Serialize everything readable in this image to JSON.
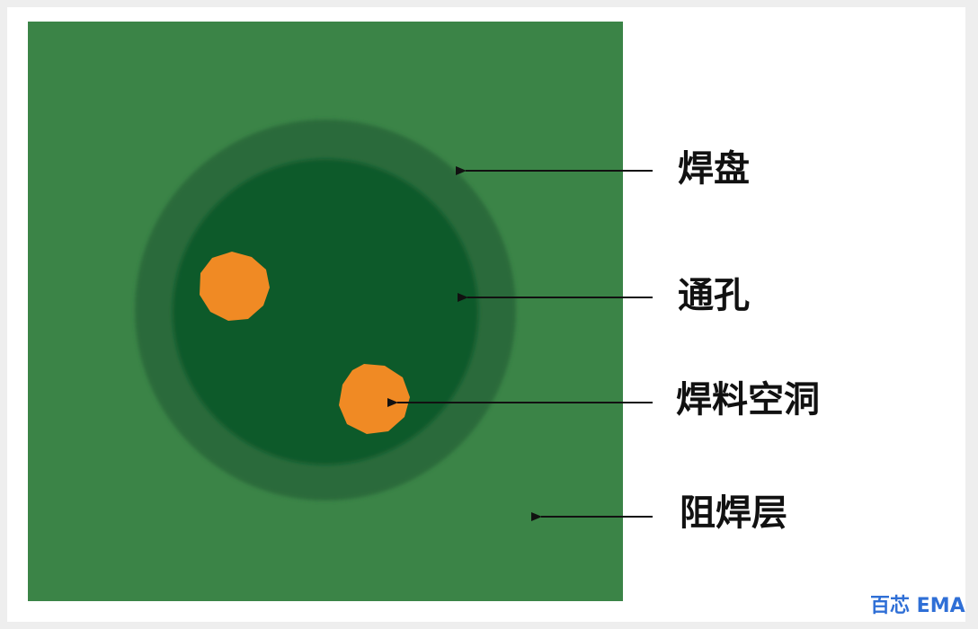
{
  "labels": {
    "pad": "焊盘",
    "via": "通孔",
    "void": "焊料空洞",
    "solder_mask": "阻焊层"
  },
  "watermark": "百芯 EMA",
  "colors": {
    "solder_mask": "#3b8447",
    "pad_ring": "#2a6b3b",
    "via": "#0d5a2b",
    "void": "#f08a24",
    "arrow": "#111111",
    "watermark": "#2f6fd6"
  }
}
